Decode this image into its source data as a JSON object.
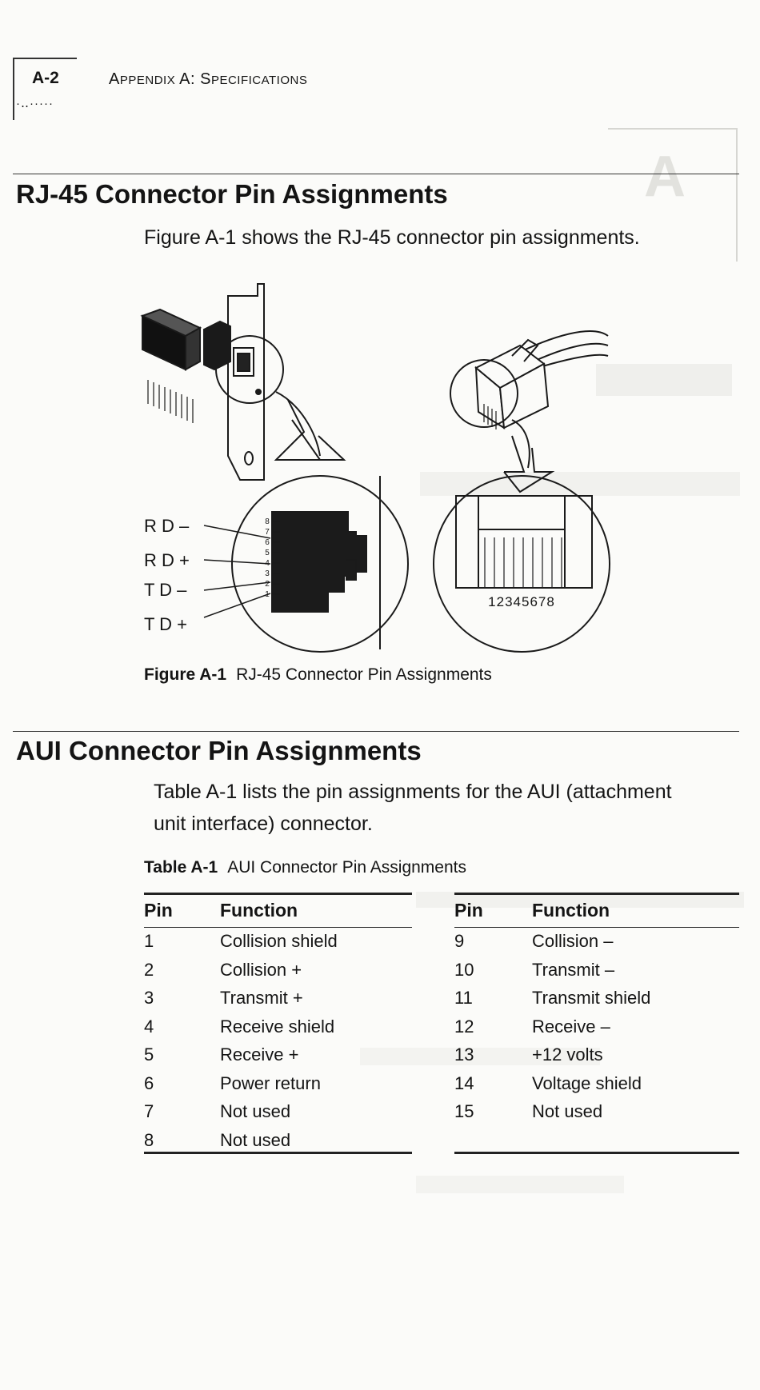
{
  "header": {
    "page_number": "A-2",
    "title_prefix": "A",
    "title_word1": "PPENDIX",
    "title_mid": " A: S",
    "title_word2": "PECIFICATIONS"
  },
  "section1": {
    "heading": "RJ-45 Connector Pin Assignments",
    "intro": "Figure A-1 shows the RJ-45 connector pin assignments."
  },
  "figure": {
    "labels": [
      "R D –",
      "R D +",
      "T D –",
      "T D +"
    ],
    "pin_numbers": [
      "8",
      "7",
      "6",
      "5",
      "4",
      "3",
      "2",
      "1"
    ],
    "plug_numbers": "12345678",
    "caption_label": "Figure A-1",
    "caption_text": "RJ-45 Connector Pin Assignments"
  },
  "section2": {
    "heading": "AUI Connector Pin Assignments",
    "intro_line1": "Table A-1 lists the pin assignments for the AUI (attachment",
    "intro_line2": "unit interface) connector."
  },
  "table": {
    "caption_label": "Table A-1",
    "caption_text": "AUI Connector Pin Assignments",
    "columns": [
      "Pin",
      "Function"
    ],
    "left": [
      [
        "1",
        "Collision shield"
      ],
      [
        "2",
        "Collision +"
      ],
      [
        "3",
        "Transmit +"
      ],
      [
        "4",
        "Receive shield"
      ],
      [
        "5",
        "Receive +"
      ],
      [
        "6",
        "Power return"
      ],
      [
        "7",
        "Not used"
      ],
      [
        "8",
        "Not used"
      ]
    ],
    "right": [
      [
        "9",
        "Collision –"
      ],
      [
        "10",
        "Transmit –"
      ],
      [
        "11",
        "Transmit shield"
      ],
      [
        "12",
        "Receive –"
      ],
      [
        "13",
        "+12 volts"
      ],
      [
        "14",
        "Voltage shield"
      ],
      [
        "15",
        "Not used"
      ]
    ]
  }
}
